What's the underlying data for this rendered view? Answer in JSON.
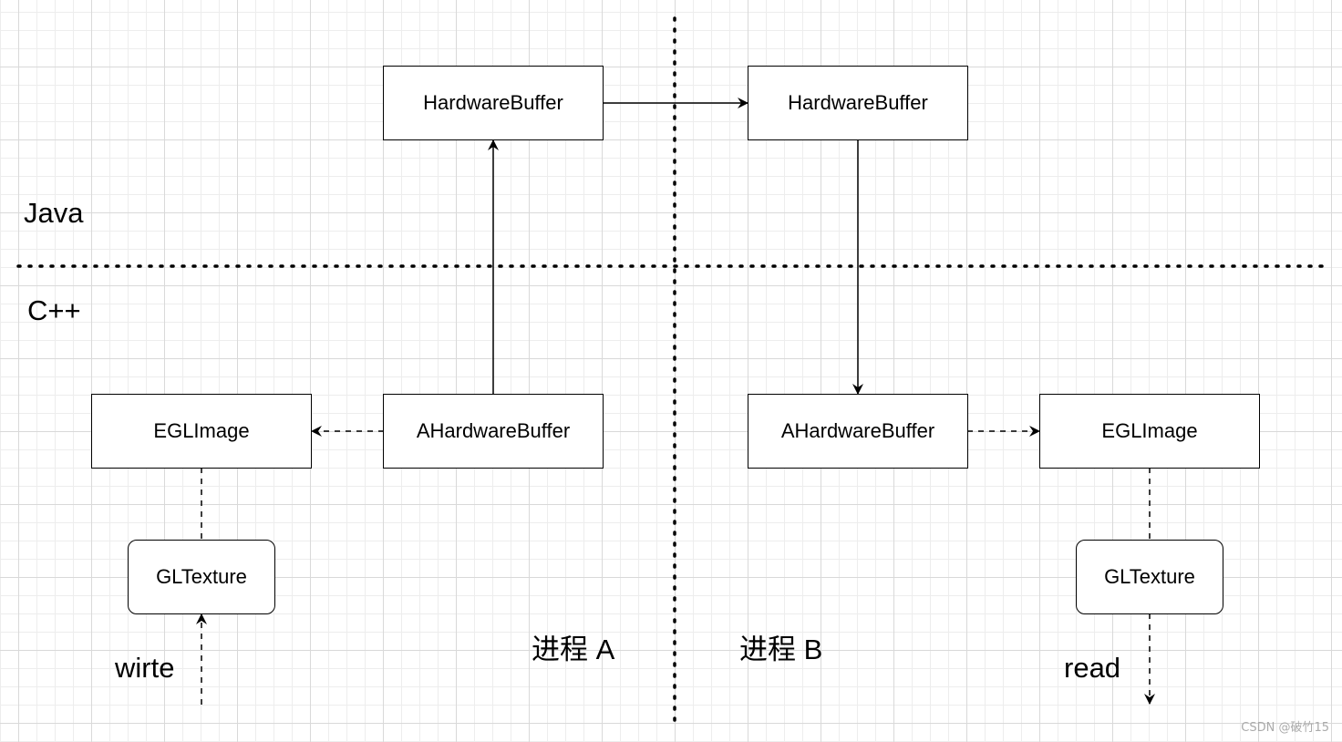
{
  "diagram": {
    "layers": {
      "java": "Java",
      "cpp": "C++"
    },
    "process_a": {
      "title": "进程 A",
      "hardware_buffer": "HardwareBuffer",
      "ahardware_buffer": "AHardwareBuffer",
      "egl_image": "EGLImage",
      "gl_texture": "GLTexture",
      "action": "wirte"
    },
    "process_b": {
      "title": "进程 B",
      "hardware_buffer": "HardwareBuffer",
      "ahardware_buffer": "AHardwareBuffer",
      "egl_image": "EGLImage",
      "gl_texture": "GLTexture",
      "action": "read"
    },
    "watermark": "CSDN @破竹15"
  }
}
